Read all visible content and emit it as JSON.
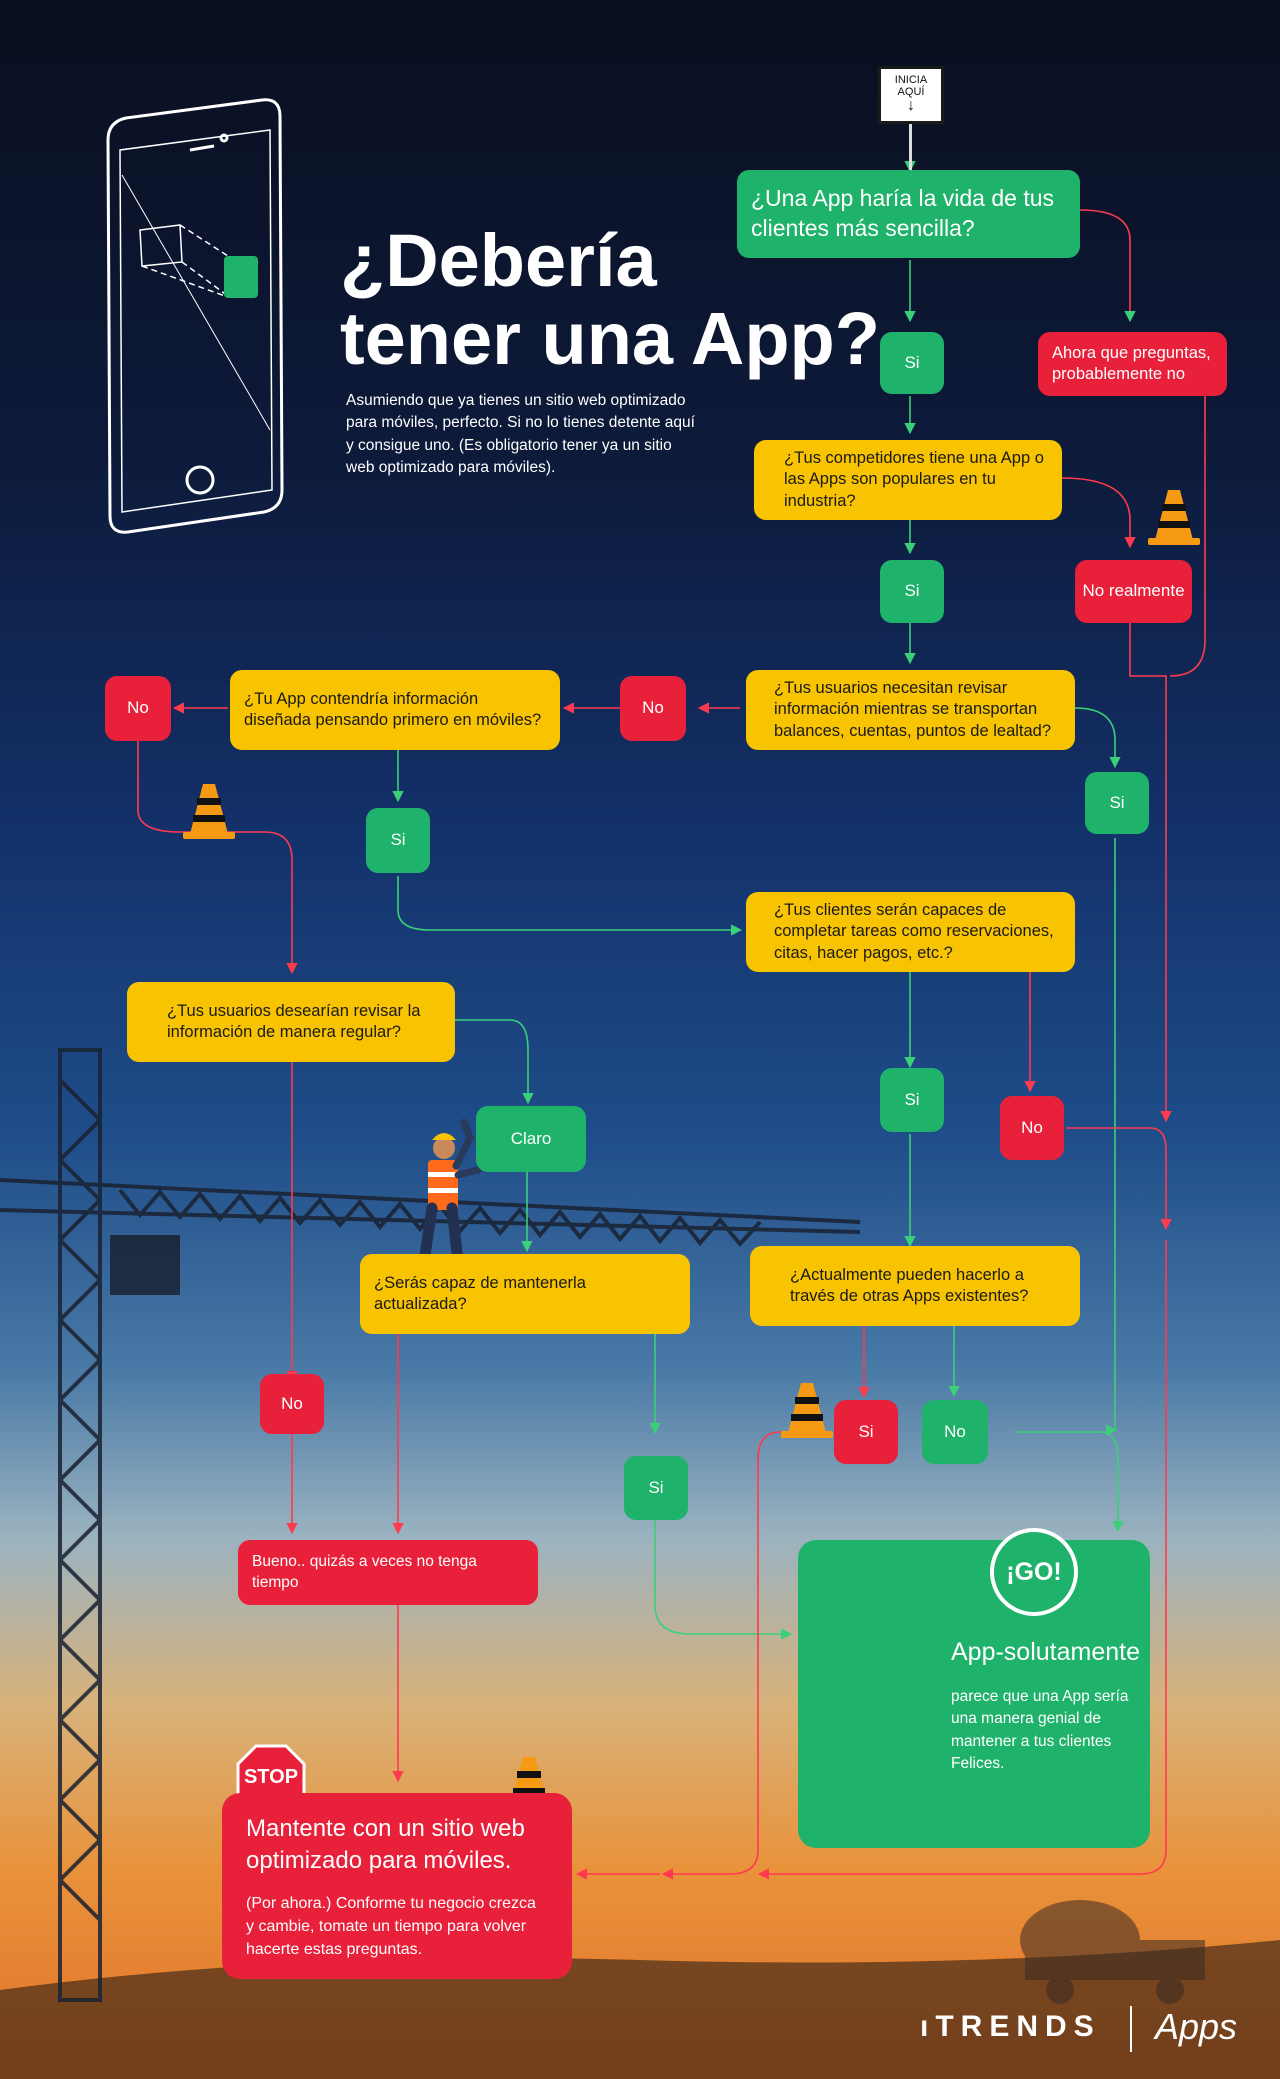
{
  "title": {
    "line1": "¿Debería",
    "line2": "tener una App?"
  },
  "intro": "Asumiendo que ya tienes un sitio web optimizado para móviles, perfecto. Si no lo tienes detente aquí y consigue uno. (Es obligatorio tener ya un sitio web optimizado para móviles).",
  "start_sign": {
    "line1": "INICIA",
    "line2": "AQUÍ",
    "arrow": "↓"
  },
  "nodes": {
    "q1": "¿Una App haría la vida de tus clientes más sencilla?",
    "q1_yes": "Si",
    "q1_no": "Ahora que preguntas, probablemente no",
    "q2": "¿Tus competidores tiene una App o las Apps son populares en tu industria?",
    "q2_yes": "Si",
    "q2_no": "No realmente",
    "q3": "¿Tus usuarios necesitan revisar información mientras se transportan balances, cuentas, puntos de lealtad?",
    "q3_no": "No",
    "q3_yes": "Si",
    "q4": "¿Tu App contendría información diseñada pensando primero en móviles?",
    "q4_no": "No",
    "q4_yes": "Si",
    "q5": "¿Tus clientes serán capaces de completar tareas como reservaciones, citas, hacer pagos, etc.?",
    "q5_yes": "Si",
    "q5_no": "No",
    "q6": "¿Tus usuarios desearían revisar la información de manera regular?",
    "q6_yes": "Claro",
    "q6_no": "No",
    "q7": "¿Serás capaz de mantenerla actualizada?",
    "q7_yes": "Si",
    "q7_no": "Bueno.. quizás a veces no tenga tiempo",
    "q8": "¿Actualmente pueden hacerlo a través de otras Apps existentes?",
    "q8_yes": "Si",
    "q8_no": "No"
  },
  "stop": {
    "sign": "STOP",
    "title": "Mantente con un sitio web optimizado para móviles.",
    "body": "(Por ahora.) Conforme tu negocio crezca y cambie, tomate un tiempo para volver hacerte estas preguntas."
  },
  "go": {
    "badge": "¡GO!",
    "title": "App-solutamente",
    "body": "parece que una App sería una manera genial de mantener a tus clientes Felices."
  },
  "brand": {
    "name": "ıTRENDS",
    "product": "Apps"
  },
  "colors": {
    "yellow": "#f8c300",
    "green": "#1fb26a",
    "red": "#e8203a",
    "line_green": "#3ad07a",
    "line_red": "#ff3a4e"
  },
  "icons": [
    "phone-illustration-icon",
    "traffic-cone-icon",
    "construction-worker-icon",
    "crane-icon",
    "concrete-truck-icon"
  ]
}
